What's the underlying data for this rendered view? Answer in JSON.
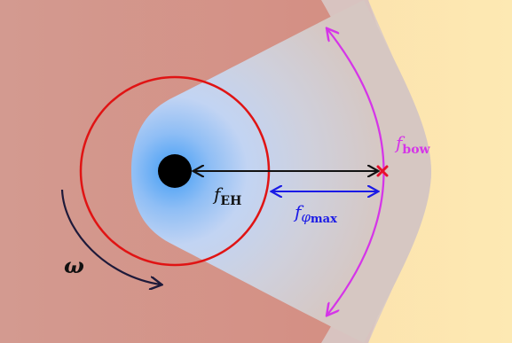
{
  "labels": {
    "bow": {
      "main": "f",
      "sub": "bow"
    },
    "eh": {
      "main": "f",
      "sub": "EH"
    },
    "phimax": {
      "main": "f",
      "sub_greek": "φ",
      "sub_rest": "max"
    },
    "omega": "ω"
  },
  "colors": {
    "outer_region": "#d59a8c",
    "bow_region": "#cfc9cc",
    "inner_glow": "#3f9cf5",
    "far_region": "#fde3a6",
    "circle": "#e01414",
    "arrow_eh": "#111111",
    "arrow_phimax": "#1a1ae6",
    "bow_arc": "#d535e8",
    "marker": "#e8112d",
    "omega_arrow": "#1e1a3a",
    "black_hole": "#000000"
  }
}
